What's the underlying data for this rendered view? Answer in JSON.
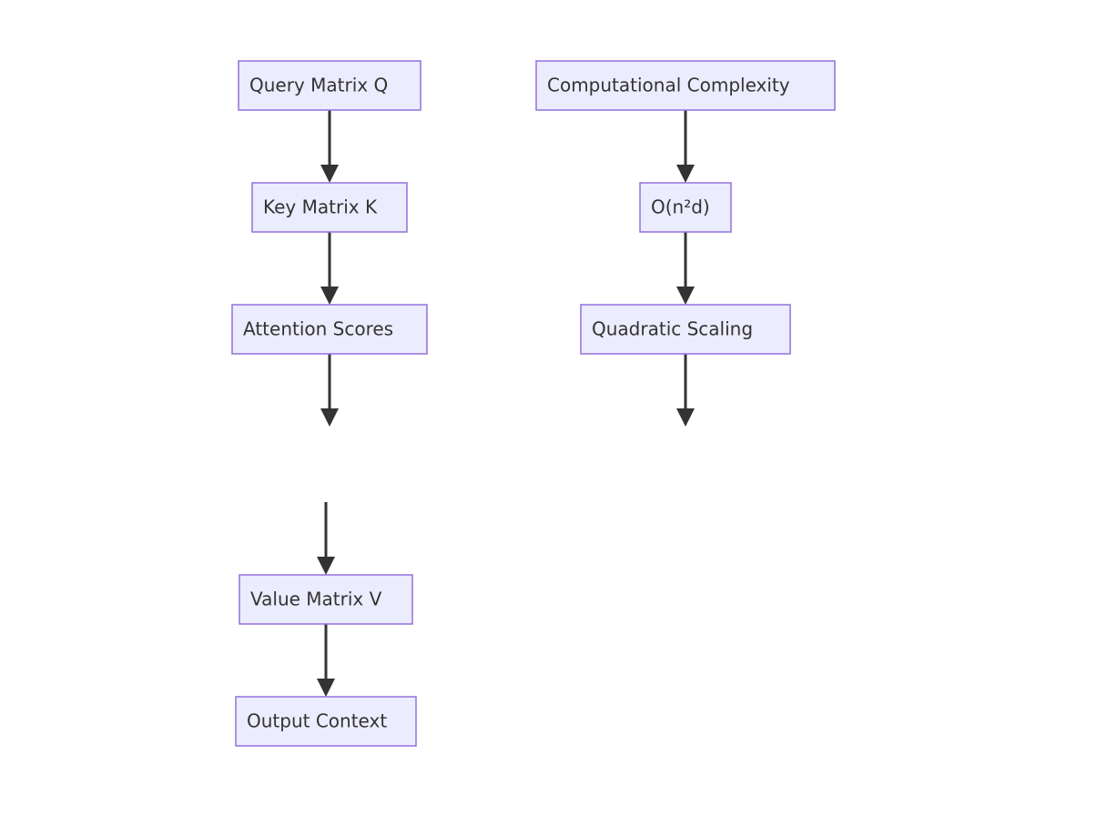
{
  "diagram": {
    "nodes": [
      {
        "id": "query",
        "label": "Query Matrix Q"
      },
      {
        "id": "key",
        "label": "Key Matrix K"
      },
      {
        "id": "scores",
        "label": "Attention Scores"
      },
      {
        "id": "value",
        "label": "Value Matrix V"
      },
      {
        "id": "output",
        "label": "Output Context"
      },
      {
        "id": "complexity",
        "label": "Computational Complexity"
      },
      {
        "id": "big_o",
        "label": "O(n²d)"
      },
      {
        "id": "quadratic",
        "label": "Quadratic Scaling"
      }
    ],
    "edges": [
      {
        "from": "query",
        "to": "key"
      },
      {
        "from": "key",
        "to": "scores"
      },
      {
        "from": "scores",
        "to": ""
      },
      {
        "from": "",
        "to": "value"
      },
      {
        "from": "value",
        "to": "output"
      },
      {
        "from": "complexity",
        "to": "big_o"
      },
      {
        "from": "big_o",
        "to": "quadratic"
      },
      {
        "from": "quadratic",
        "to": ""
      }
    ]
  }
}
